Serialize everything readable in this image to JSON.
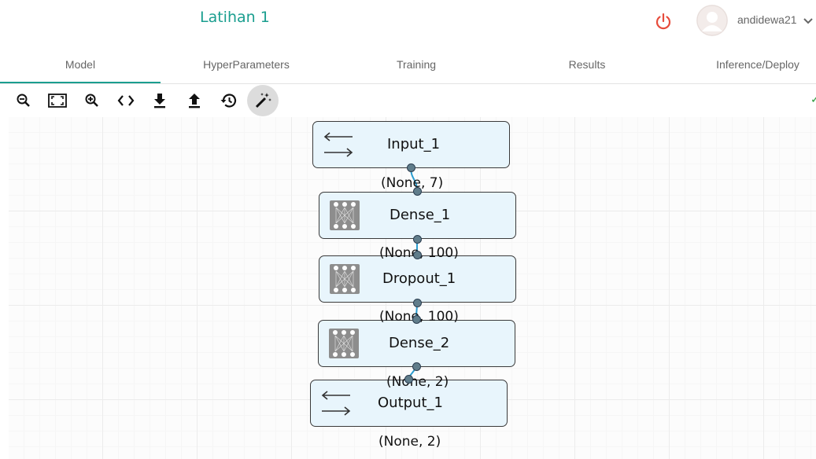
{
  "header": {
    "project_title": "Latihan 1",
    "username": "andidewa21",
    "power_icon": "power-icon",
    "accent_color": "#1a9e8f",
    "power_color": "#e74c3c"
  },
  "tabs": [
    {
      "label": "Model",
      "active": true
    },
    {
      "label": "HyperParameters",
      "active": false
    },
    {
      "label": "Training",
      "active": false
    },
    {
      "label": "Results",
      "active": false
    },
    {
      "label": "Inference/Deploy",
      "active": false
    }
  ],
  "toolbar": [
    {
      "name": "zoom-out-icon"
    },
    {
      "name": "fit-screen-icon"
    },
    {
      "name": "zoom-in-icon"
    },
    {
      "name": "code-icon"
    },
    {
      "name": "download-icon"
    },
    {
      "name": "upload-icon"
    },
    {
      "name": "history-icon"
    },
    {
      "name": "magic-wand-icon",
      "active": true
    }
  ],
  "status": {
    "check_glyph": "✓",
    "color": "#2e9a3e"
  },
  "nodes": [
    {
      "label": "Input_1",
      "icon": "input-arrows-icon",
      "shape": "(None, 7)"
    },
    {
      "label": "Dense_1",
      "icon": "dense-layer-icon",
      "shape": "(None, 100)"
    },
    {
      "label": "Dropout_1",
      "icon": "dropout-layer-icon",
      "shape": "(None, 100)"
    },
    {
      "label": "Dense_2",
      "icon": "dense-layer-icon",
      "shape": "(None, 2)"
    },
    {
      "label": "Output_1",
      "icon": "output-arrows-icon",
      "shape": "(None, 2)"
    }
  ]
}
